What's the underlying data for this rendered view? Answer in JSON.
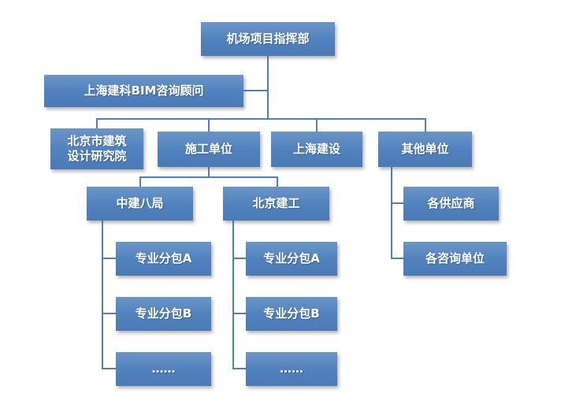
{
  "colors": {
    "node_fill": "#4f81bd",
    "node_text": "#ffffff",
    "connector": "#4f81bd",
    "background": "#ffffff"
  },
  "tree": {
    "label": "机场项目指挥部",
    "children": [
      {
        "label": "上海建科BIM咨询顾问"
      },
      {
        "label": "北京市建筑设计研究院"
      },
      {
        "label": "施工单位",
        "children": [
          {
            "label": "中建八局",
            "children": [
              {
                "label": "专业分包A"
              },
              {
                "label": "专业分包B"
              },
              {
                "label": "……"
              }
            ]
          },
          {
            "label": "北京建工",
            "children": [
              {
                "label": "专业分包A"
              },
              {
                "label": "专业分包B"
              },
              {
                "label": "……"
              }
            ]
          }
        ]
      },
      {
        "label": "上海建设"
      },
      {
        "label": "其他单位",
        "children": [
          {
            "label": "各供应商"
          },
          {
            "label": "各咨询单位"
          }
        ]
      }
    ]
  }
}
